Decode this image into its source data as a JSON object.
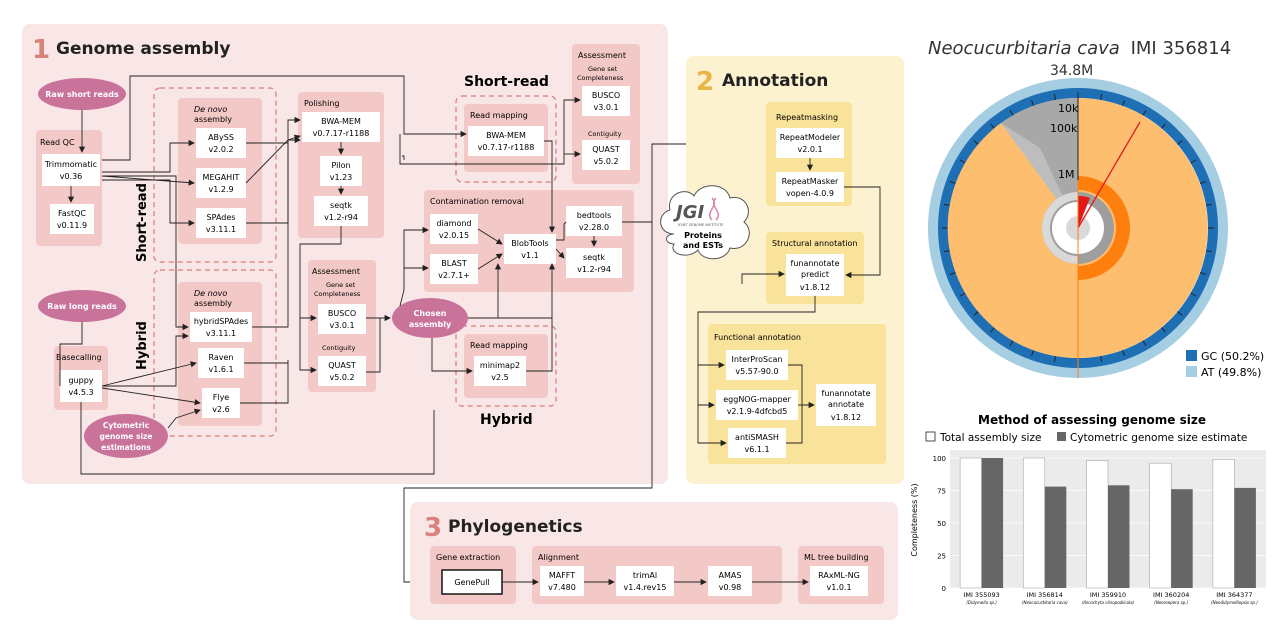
{
  "genome_assembly": {
    "number": "1",
    "title": "Genome assembly",
    "raw_short_reads": "Raw short reads",
    "raw_long_reads": "Raw long reads",
    "cytometric": [
      "Cytometric",
      "genome size",
      "estimations"
    ],
    "chosen_assembly": [
      "Chosen",
      "assembly"
    ],
    "read_qc_title": "Read QC",
    "trimmomatic": [
      "Trimmomatic",
      "v0.36"
    ],
    "fastqc": [
      "FastQC",
      "v0.11.9"
    ],
    "basecalling_title": "Basecalling",
    "guppy": [
      "guppy",
      "v4.5.3"
    ],
    "short_read_label": "Short-read",
    "hybrid_label": "Hybrid",
    "denovo_short_title": [
      "De novo",
      "assembly"
    ],
    "abyss": [
      "ABySS",
      "v2.0.2"
    ],
    "megahit": [
      "MEGAHIT",
      "v1.2.9"
    ],
    "spades": [
      "SPAdes",
      "v3.11.1"
    ],
    "denovo_hybrid_title": [
      "De novo",
      "assembly"
    ],
    "hybridspades": [
      "hybridSPAdes",
      "v3.11.1"
    ],
    "raven": [
      "Raven",
      "v1.6.1"
    ],
    "flye": [
      "Flye",
      "v2.6"
    ],
    "polishing_title": "Polishing",
    "bwa1": [
      "BWA-MEM",
      "v0.7.17-r1188"
    ],
    "pilon": [
      "Pilon",
      "v1.23"
    ],
    "seqtk1": [
      "seqtk",
      "v1.2-r94"
    ],
    "assessment_mid_title": "Assessment",
    "gene_set_mid": [
      "Gene set",
      "Completeness"
    ],
    "busco_mid": [
      "BUSCO",
      "v3.0.1"
    ],
    "contiguity_mid": "Contiguity",
    "quast_mid": [
      "QUAST",
      "v5.0.2"
    ],
    "short_read_heading": "Short-read",
    "read_mapping_sr_title": "Read mapping",
    "bwa2": [
      "BWA-MEM",
      "v0.7.17-r1188"
    ],
    "assessment_top_title": "Assessment",
    "gene_set_top": [
      "Gene set",
      "Completeness"
    ],
    "busco_top": [
      "BUSCO",
      "v3.0.1"
    ],
    "contiguity_top": "Contiguity",
    "quast_top": [
      "QUAST",
      "v5.0.2"
    ],
    "contamination_title": "Contamination removal",
    "diamond": [
      "diamond",
      "v2.0.15"
    ],
    "blast": [
      "BLAST",
      "v2.7.1+"
    ],
    "blobtools": [
      "BlobTools",
      "v1.1"
    ],
    "bedtools": [
      "bedtools",
      "v2.28.0"
    ],
    "seqtk2": [
      "seqtk",
      "v1.2-r94"
    ],
    "read_mapping_hy_title": "Read mapping",
    "minimap2": [
      "minimap2",
      "v2.5"
    ],
    "hybrid_heading": "Hybrid"
  },
  "jgi": {
    "logo": "JGI",
    "caption": "JOINT GENOME INSTITUTE",
    "text": [
      "Proteins",
      "and ESTs"
    ]
  },
  "annotation": {
    "number": "2",
    "title": "Annotation",
    "repeatmasking_title": "Repeatmasking",
    "repeatmodeler": [
      "RepeatModeler",
      "v2.0.1"
    ],
    "repeatmasker": [
      "RepeatMasker",
      "vopen-4.0.9"
    ],
    "structural_title": "Structural annotation",
    "funannotate_predict": [
      "funannotate",
      "predict",
      "v1.8.12"
    ],
    "functional_title": "Functional annotation",
    "interproscan": [
      "InterProScan",
      "v5.57-90.0"
    ],
    "eggnog": [
      "eggNOG-mapper",
      "v2.1.9-4dfcbd5"
    ],
    "antismash": [
      "antiSMASH",
      "v6.1.1"
    ],
    "funannotate_annotate": [
      "funannotate",
      "annotate",
      "v1.8.12"
    ]
  },
  "phylogenetics": {
    "number": "3",
    "title": "Phylogenetics",
    "gene_extraction_title": "Gene extraction",
    "genepull": "GenePull",
    "alignment_title": "Alignment",
    "mafft": [
      "MAFFT",
      "v7.480"
    ],
    "trimal": [
      "trimAl",
      "v1.4.rev15"
    ],
    "amas": [
      "AMAS",
      "v0.98"
    ],
    "ml_title": "ML tree building",
    "raxml": [
      "RAxML-NG",
      "v1.0.1"
    ]
  },
  "snail_plot": {
    "title_italic": "Neocucurbitaria cava",
    "title_rest": "IMI 356814",
    "total_label": "34.8M",
    "scale_labels": [
      "10k",
      "100k",
      "1M"
    ],
    "legend": [
      {
        "label": "GC (50.2%)",
        "color": "#1f6fb4"
      },
      {
        "label": "AT (49.8%)",
        "color": "#a6cee3"
      }
    ]
  },
  "chart_data": {
    "type": "bar",
    "title": "Method of assessing genome size",
    "ylabel": "Completeness (%)",
    "ylim": [
      0,
      100
    ],
    "yticks": [
      "0",
      "25",
      "50",
      "75",
      "100"
    ],
    "categories": [
      "IMI 355093",
      "IMI 356814",
      "IMI 359910",
      "IMI 360204",
      "IMI 364377"
    ],
    "category_sublabels": [
      "(Didymella sp.)",
      "(Neocucurbitaria cava)",
      "(Ascochyta clinopodiicola)",
      "(Neoroepera sp.)",
      "(Neodidymelliopsis sp.)"
    ],
    "series": [
      {
        "name": "Total assembly size",
        "values": [
          100,
          100,
          98,
          96,
          99
        ],
        "color": "#ffffff"
      },
      {
        "name": "Cytometric genome size estimate",
        "values": [
          100,
          78,
          79,
          76,
          77
        ],
        "color": "#666666"
      }
    ],
    "grid": true,
    "legend_position": "top"
  },
  "colors": {
    "section_bg_pink": "#f9e6e6",
    "panel_pink": "#f2c9c6",
    "pill_pink": "#c9739b",
    "section_bg_yellow": "#fcf2cf",
    "panel_yellow": "#f9e29a",
    "number_pink": "#d9827a",
    "number_yellow": "#e7b646"
  }
}
